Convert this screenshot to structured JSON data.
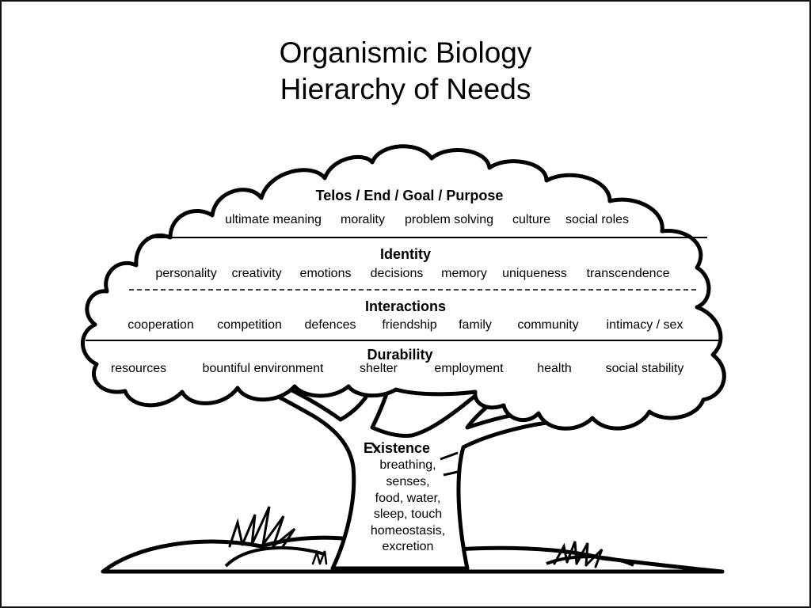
{
  "title": {
    "line1": "Organismic Biology",
    "line2": "Hierarchy of Needs"
  },
  "levels": {
    "telos": {
      "heading": "Telos / End / Goal / Purpose",
      "items": [
        "ultimate meaning",
        "morality",
        "problem solving",
        "culture",
        "social roles"
      ]
    },
    "identity": {
      "heading": "Identity",
      "items": [
        "personality",
        "creativity",
        "emotions",
        "decisions",
        "memory",
        "uniqueness",
        "transcendence"
      ]
    },
    "interactions": {
      "heading": "Interactions",
      "items": [
        "cooperation",
        "competition",
        "defences",
        "friendship",
        "family",
        "community",
        "intimacy / sex"
      ]
    },
    "durability": {
      "heading": "Durability",
      "items": [
        "resources",
        "bountiful environment",
        "shelter",
        "employment",
        "health",
        "social stability"
      ]
    },
    "existence": {
      "heading": "Existence",
      "lines": [
        "breathing,",
        "senses,",
        "food, water,",
        "sleep, touch",
        "homeostasis,",
        "excretion"
      ]
    }
  },
  "colors": {
    "ink": "#000000",
    "background": "#ffffff"
  }
}
